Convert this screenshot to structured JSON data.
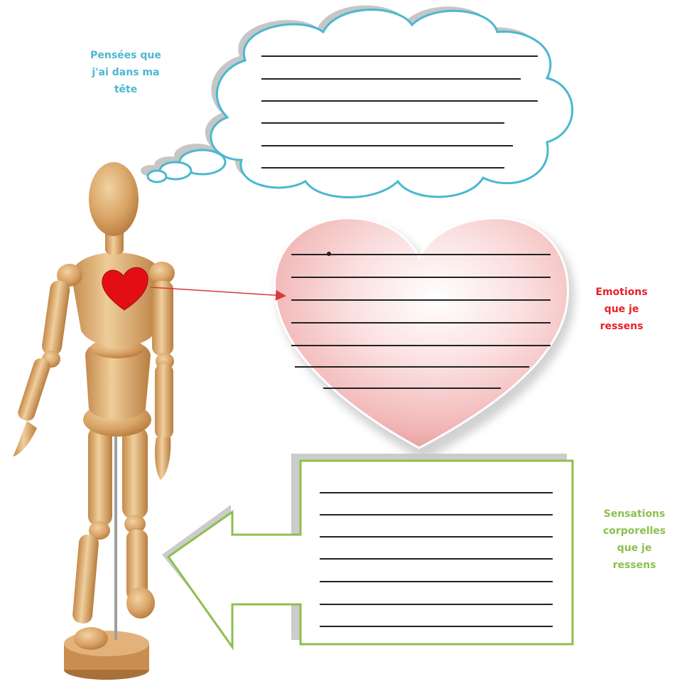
{
  "labels": {
    "thoughts": [
      "Pensées que",
      "j'ai dans ma",
      "tête"
    ],
    "emotions": [
      "Emotions",
      "que je",
      "ressens"
    ],
    "sensations": [
      "Sensations",
      "corporelles",
      "que je",
      "ressens"
    ]
  },
  "icons": {
    "figure": "wooden-mannequin-icon",
    "chest_heart": "heart-icon",
    "thought_bubble": "thought-cloud-icon",
    "emotion_heart": "heart-icon",
    "sensation_arrow": "left-arrow-icon"
  },
  "colors": {
    "thoughts": "#4ab8d0",
    "emotions": "#e8202a",
    "sensations": "#8dbf4f",
    "writing_lines": "#222222",
    "connector": "#d63a3a"
  }
}
